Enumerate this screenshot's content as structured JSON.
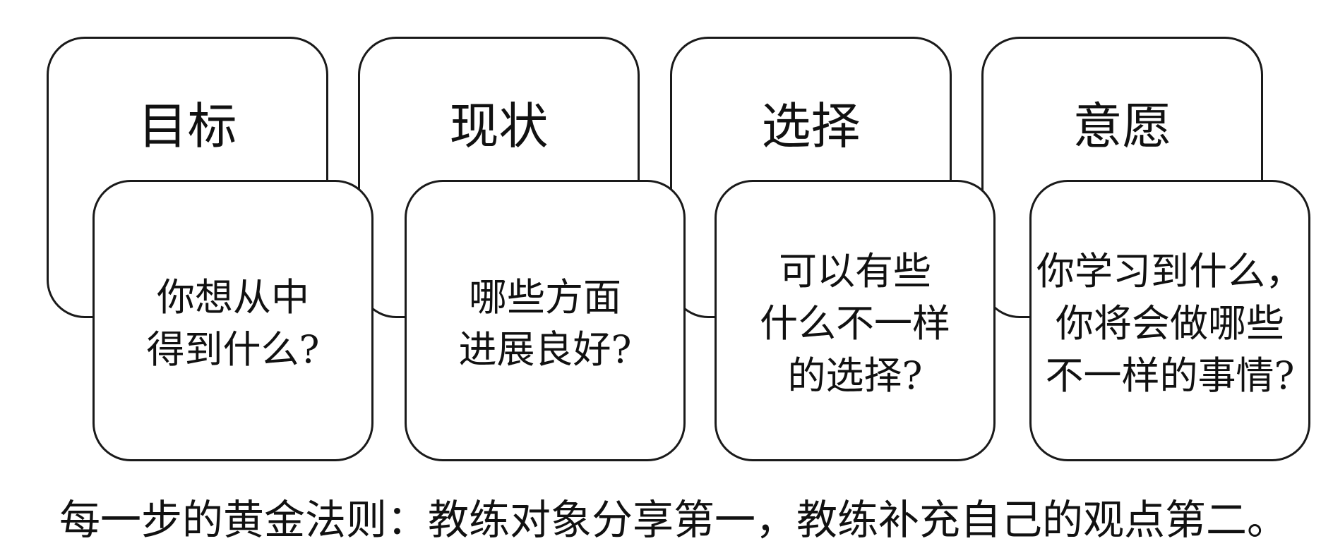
{
  "steps": [
    {
      "title": "目标",
      "question_lines": [
        "你想从中",
        "得到什么?"
      ]
    },
    {
      "title": "现状",
      "question_lines": [
        "哪些方面",
        "进展良好?"
      ]
    },
    {
      "title": "选择",
      "question_lines": [
        "可以有些",
        "什么不一样",
        "的选择?"
      ]
    },
    {
      "title": "意愿",
      "question_lines": [
        "你学习到什么，",
        "你将会做哪些",
        "不一样的事情?"
      ]
    }
  ],
  "footer_rule": "每一步的黄金法则：教练对象分享第一，教练补充自己的观点第二。"
}
